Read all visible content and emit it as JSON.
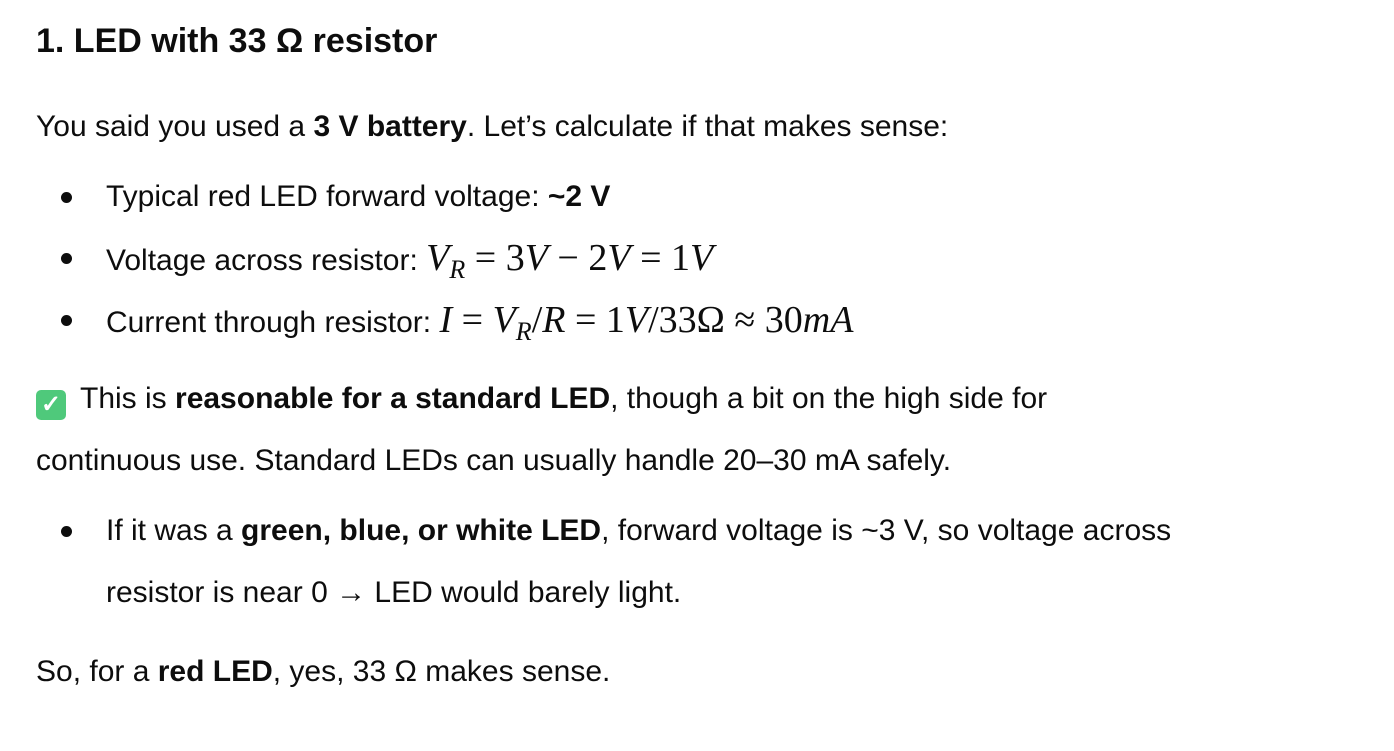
{
  "heading": "1. LED with 33 Ω resistor",
  "intro": {
    "a": "You said you used a ",
    "b": "3 V battery",
    "c": ". Let’s calculate if that makes sense:"
  },
  "bullets1": [
    {
      "text": "Typical red LED forward voltage: ",
      "bold": "~2 V"
    },
    {
      "text": "Voltage across resistor: ",
      "math": {
        "v": "V",
        "sub": "R",
        "rest": " = 3",
        "v2": "V",
        "rest2": " − 2",
        "v3": "V",
        "rest3": " = 1",
        "v4": "V"
      }
    },
    {
      "text": "Current through resistor: ",
      "math": {
        "i": "I",
        "eq": " = ",
        "v": "V",
        "sub": "R",
        "slash": "/",
        "r": "R",
        "rest": " = 1",
        "v2": "V",
        "rest2": "/33Ω ≈ 30",
        "ma": "mA"
      }
    }
  ],
  "check_icon": "white-check-mark-emoji",
  "para2": {
    "a": "This is ",
    "b": "reasonable for a standard LED",
    "c": ", though a bit on the high side for",
    "d": "continuous use. Standard LEDs can usually handle 20–30 mA safely."
  },
  "bullet2": {
    "a": "If it was a ",
    "b": "green, blue, or white LED",
    "c": ", forward voltage is ~3 V, so voltage across",
    "d": "resistor is near 0 → LED would barely light."
  },
  "final": {
    "a": "So, for a ",
    "b": "red LED",
    "c": ", yes, 33 Ω makes sense."
  }
}
